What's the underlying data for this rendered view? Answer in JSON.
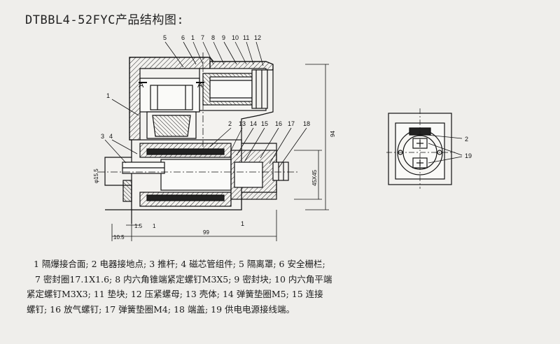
{
  "title": "DTBBL4-52FYC产品结构图:",
  "top_labels": [
    "5",
    "6",
    "1",
    "7",
    "8",
    "9",
    "10",
    "11",
    "12"
  ],
  "mid_labels": [
    "2",
    "13",
    "14",
    "15",
    "16",
    "17",
    "18"
  ],
  "left_labels": [
    "3",
    "4"
  ],
  "side_label_1": "1",
  "section_a_left": "A",
  "section_a_right": "A",
  "bottom_label_1": "1",
  "dimensions": {
    "dia": "φ15.5",
    "height": "94",
    "sq": "45X45",
    "d15": "1.5",
    "d105": "10.5",
    "d99": "99",
    "one_a": "1",
    "one_b": "1"
  },
  "side_view_labels": [
    "2",
    "19"
  ],
  "legend_lines": [
    "1 隔爆接合面; 2 电器接地点; 3 推杆; 4 磁芯管组件; 5 隔离罩; 6 安全栅栏;",
    "7 密封圈17.1X1.6; 8 内六角锥端紧定螺钉M3X5; 9 密封块; 10 内六角平端",
    "紧定螺钉M3X3; 11 垫块; 12 压紧螺母; 13 壳体; 14 弹簧垫圈M5; 15 连接",
    "螺钉; 16 放气螺钉; 17 弹簧垫圈M4; 18 端盖; 19 供电电源接线端。"
  ]
}
